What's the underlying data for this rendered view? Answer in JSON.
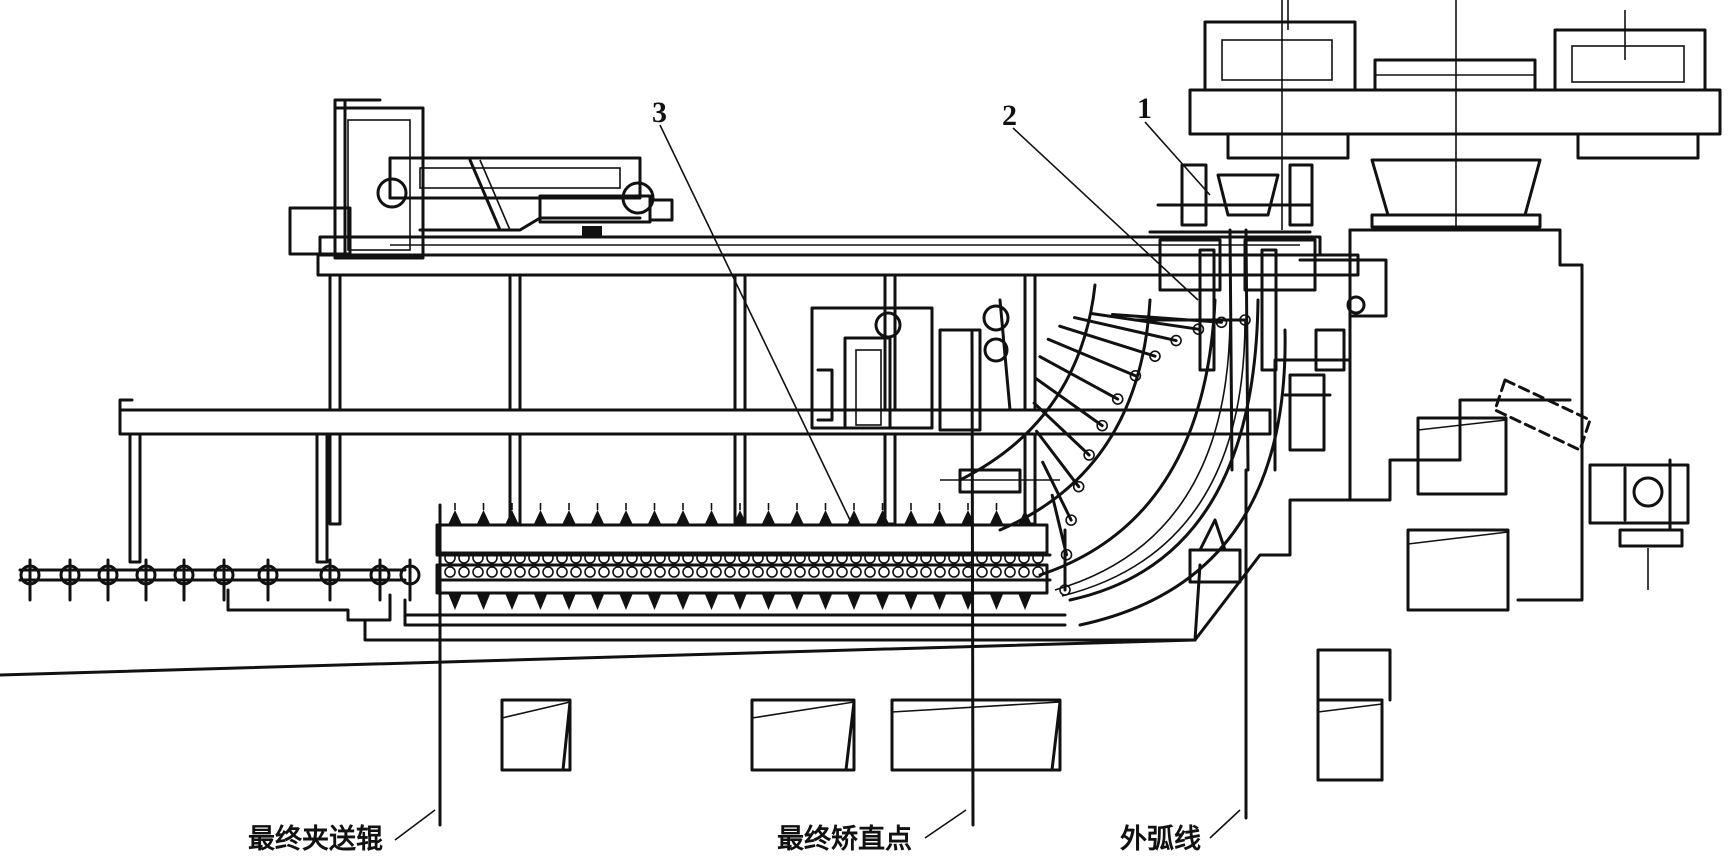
{
  "diagram": {
    "callouts": [
      {
        "id": "c1",
        "text": "1"
      },
      {
        "id": "c2",
        "text": "2"
      },
      {
        "id": "c3",
        "text": "3"
      }
    ],
    "bottom_labels": [
      {
        "id": "final-pinch-roll",
        "text": "最终夹送辊"
      },
      {
        "id": "final-straightening-point",
        "text": "最终矫直点"
      },
      {
        "id": "outer-arc-line",
        "text": "外弧线"
      }
    ]
  }
}
